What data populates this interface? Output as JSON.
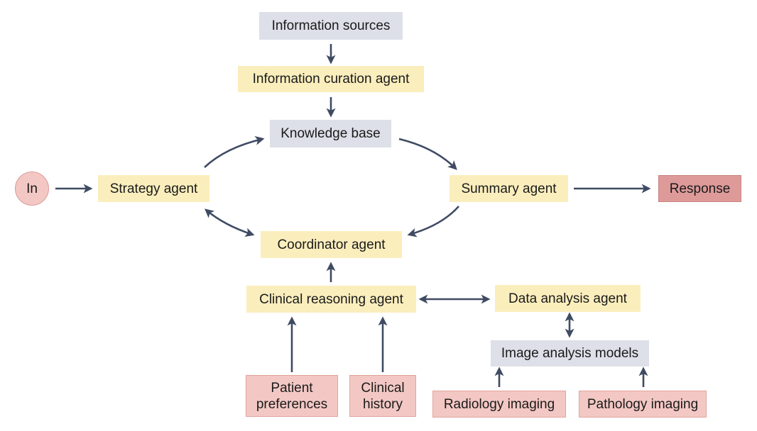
{
  "diagram": {
    "colors": {
      "agent": "#fbeebd",
      "resource": "#dde0e8",
      "input": "#f3c8c4",
      "output": "#dd9a99",
      "arrow": "#3f4b63"
    },
    "nodes": {
      "input": "In",
      "information_sources": "Information sources",
      "information_curation_agent": "Information curation agent",
      "knowledge_base": "Knowledge base",
      "strategy_agent": "Strategy agent",
      "summary_agent": "Summary agent",
      "response": "Response",
      "coordinator_agent": "Coordinator agent",
      "clinical_reasoning_agent": "Clinical reasoning agent",
      "data_analysis_agent": "Data analysis agent",
      "image_analysis_models": "Image analysis models",
      "patient_preferences_line1": "Patient",
      "patient_preferences_line2": "preferences",
      "clinical_history_line1": "Clinical",
      "clinical_history_line2": "history",
      "radiology_imaging": "Radiology imaging",
      "pathology_imaging": "Pathology imaging"
    },
    "edges": [
      {
        "from": "In",
        "to": "Strategy agent",
        "direction": "forward"
      },
      {
        "from": "Information sources",
        "to": "Information curation agent",
        "direction": "forward"
      },
      {
        "from": "Information curation agent",
        "to": "Knowledge base",
        "direction": "forward"
      },
      {
        "from": "Strategy agent",
        "to": "Knowledge base",
        "direction": "forward"
      },
      {
        "from": "Knowledge base",
        "to": "Summary agent",
        "direction": "forward"
      },
      {
        "from": "Summary agent",
        "to": "Response",
        "direction": "forward"
      },
      {
        "from": "Summary agent",
        "to": "Coordinator agent",
        "direction": "forward"
      },
      {
        "from": "Strategy agent",
        "to": "Coordinator agent",
        "direction": "bidirectional"
      },
      {
        "from": "Clinical reasoning agent",
        "to": "Coordinator agent",
        "direction": "forward"
      },
      {
        "from": "Clinical reasoning agent",
        "to": "Data analysis agent",
        "direction": "bidirectional"
      },
      {
        "from": "Data analysis agent",
        "to": "Image analysis models",
        "direction": "bidirectional"
      },
      {
        "from": "Patient preferences",
        "to": "Clinical reasoning agent",
        "direction": "forward"
      },
      {
        "from": "Clinical history",
        "to": "Clinical reasoning agent",
        "direction": "forward"
      },
      {
        "from": "Radiology imaging",
        "to": "Image analysis models",
        "direction": "forward"
      },
      {
        "from": "Pathology imaging",
        "to": "Image analysis models",
        "direction": "forward"
      }
    ]
  }
}
